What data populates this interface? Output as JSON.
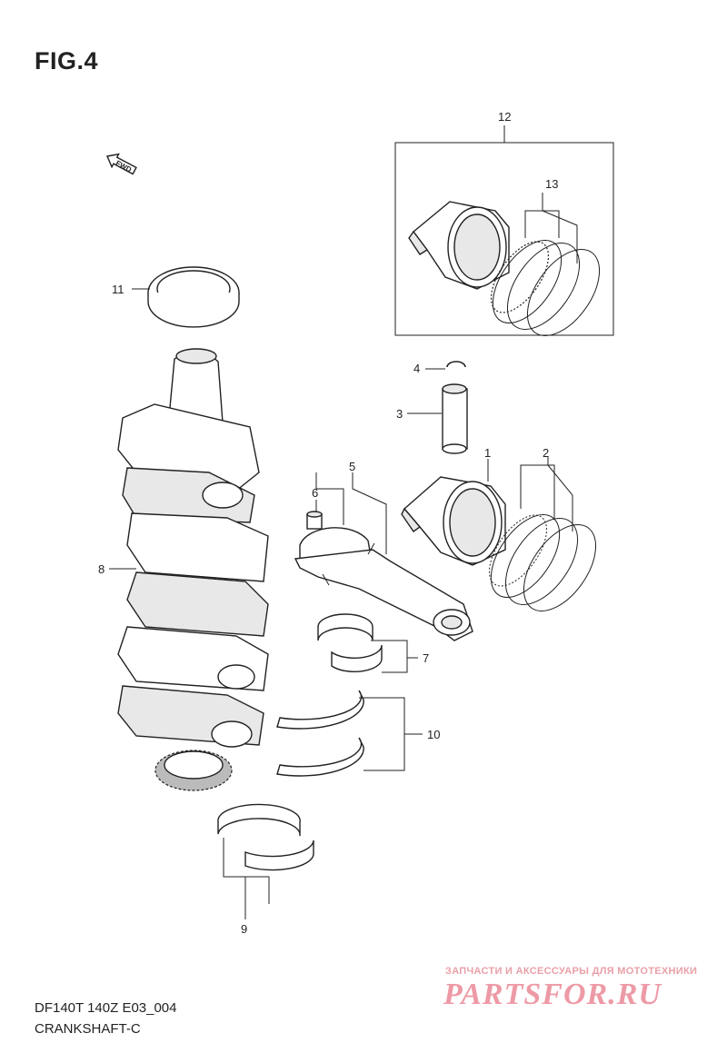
{
  "figure": {
    "title": "FIG.4",
    "fwd_label": "FWD"
  },
  "footer": {
    "code": "DF140T 140Z E03_004",
    "name": "CRANKSHAFT-C"
  },
  "watermark": {
    "tagline": "ЗАПЧАСТИ И АКСЕССУАРЫ ДЛЯ МОТОТЕХНИКИ",
    "brand": "PARTSFOR.RU",
    "color": "#ee9aa6"
  },
  "callouts": {
    "c1": "1",
    "c2": "2",
    "c3": "3",
    "c4": "4",
    "c5": "5",
    "c6": "6",
    "c7": "7",
    "c8": "8",
    "c9": "9",
    "c10": "10",
    "c11": "11",
    "c12": "12",
    "c13": "13"
  }
}
